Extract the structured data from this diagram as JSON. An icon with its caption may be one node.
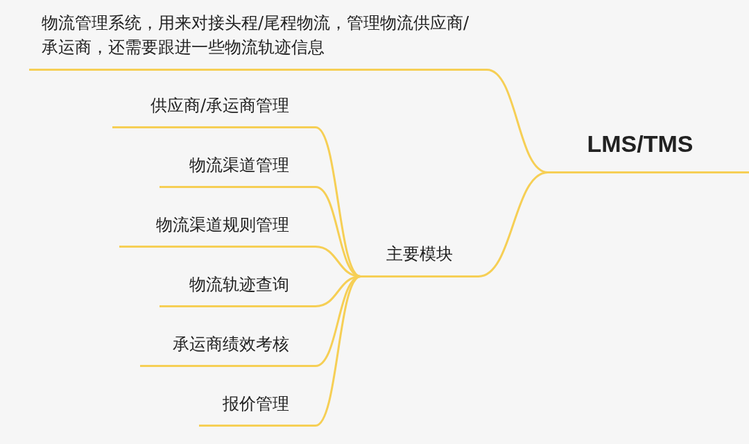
{
  "diagram": {
    "nodes": [
      {
        "text": [
          "LMS/TMS"
        ]
      },
      {
        "text": [
          "物流管理系统，用来对接头程/尾程物流，管理物流供应商/承运商，还需要跟进一些物流轨迹信息"
        ]
      },
      {
        "text": [
          "主要模块"
        ]
      },
      {
        "text": [
          "供应商/承运商管理"
        ]
      },
      {
        "text": [
          "物流渠道管理"
        ]
      },
      {
        "text": [
          "物流渠道规则管理"
        ]
      },
      {
        "text": [
          "物流轨迹查询"
        ]
      },
      {
        "text": [
          "承运商绩效考核"
        ]
      },
      {
        "text": [
          "报价管理"
        ]
      }
    ],
    "edges": [
      {
        "from": 0,
        "to": 1,
        "arrow": "none"
      },
      {
        "from": 0,
        "to": 2,
        "arrow": "none"
      },
      {
        "from": 2,
        "to": 3,
        "arrow": "none"
      },
      {
        "from": 2,
        "to": 4,
        "arrow": "none"
      },
      {
        "from": 2,
        "to": 5,
        "arrow": "none"
      },
      {
        "from": 2,
        "to": 6,
        "arrow": "none"
      },
      {
        "from": 2,
        "to": 7,
        "arrow": "none"
      },
      {
        "from": 2,
        "to": 8,
        "arrow": "none"
      }
    ]
  }
}
